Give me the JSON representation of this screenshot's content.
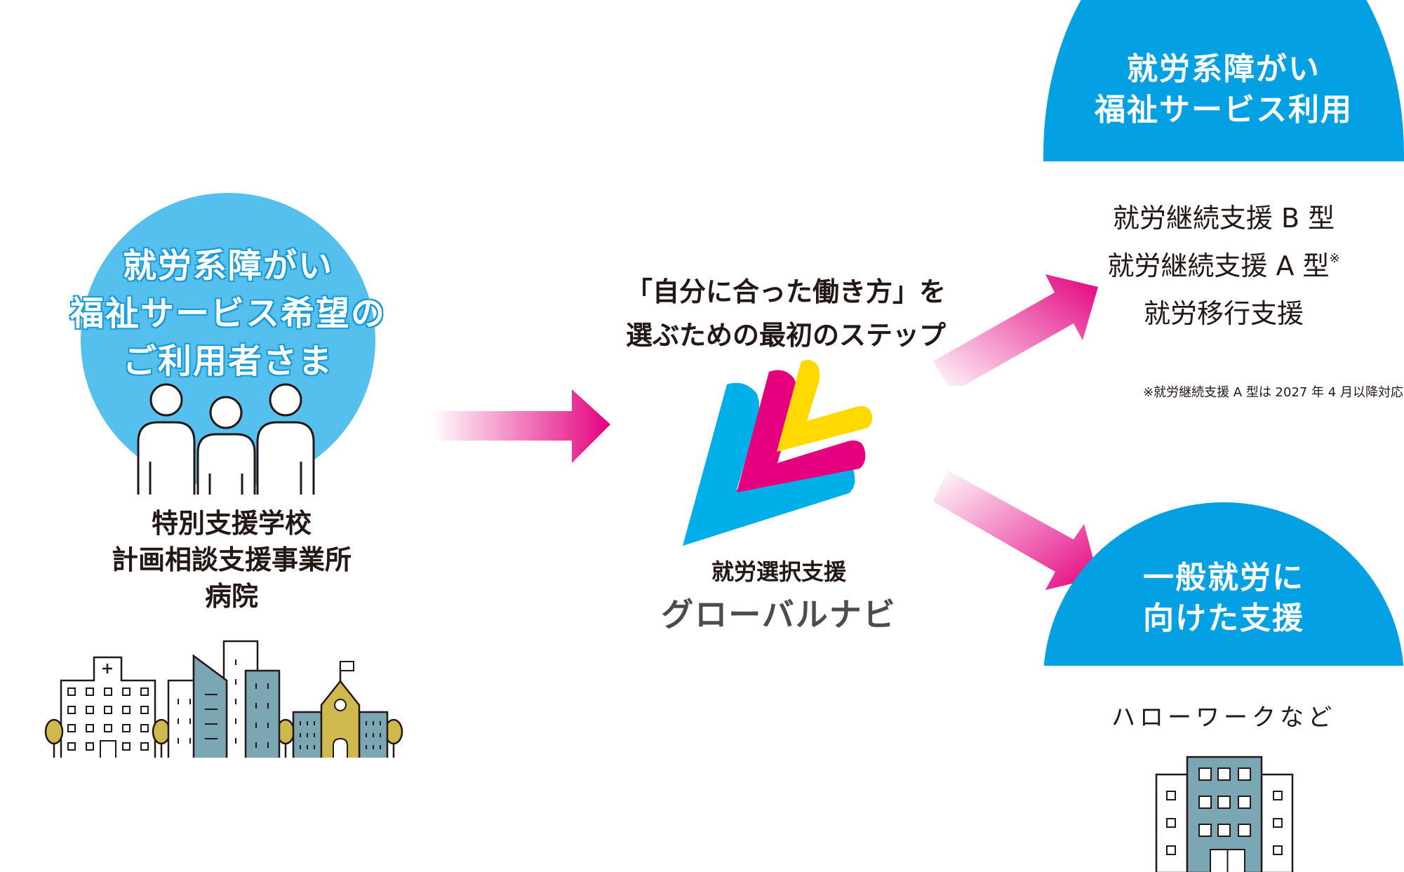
{
  "colors": {
    "light_blue_circle": "#55bfee",
    "dome_blue": "#03a0e4",
    "arrow_pink": "#e4007f",
    "logo_cyan": "#00afe8",
    "logo_magenta": "#e4007f",
    "logo_yellow": "#ffd900",
    "building_teal": "#7ba7b4",
    "building_gold": "#cfb84e",
    "text_dark": "#231815",
    "logo_text_gray": "#4e4b4a"
  },
  "left": {
    "circle_title_lines": [
      "就労系障がい",
      "福祉サービス希望の",
      "ご利用者さま"
    ],
    "people_icon": "people-group-icon",
    "source_lines": [
      "特別支援学校",
      "計画相談支援事業所",
      "病院"
    ],
    "city_icon": "city-buildings-icon"
  },
  "center": {
    "caption_lines": [
      "「自分に合った働き方」を",
      "選ぶための最初のステップ"
    ],
    "logo_icon": "global-navi-logo-icon",
    "logo_subtitle": "就労選択支援",
    "logo_name": "グローバルナビ"
  },
  "right_top": {
    "title_lines": [
      "就労系障がい",
      "福祉サービス利用"
    ],
    "services": [
      {
        "label": "就労継続支援 B 型",
        "mark": ""
      },
      {
        "label": "就労継続支援 A 型",
        "mark": "※"
      },
      {
        "label": "就労移行支援",
        "mark": ""
      }
    ],
    "footnote": "※就労継続支援 A 型は 2027 年 4 月以降対応"
  },
  "right_bottom": {
    "title_lines": [
      "一般就労に",
      "向けた支援"
    ],
    "examples": "ハローワークなど",
    "office_icon": "office-building-icon"
  },
  "arrows": [
    "arrow-right-icon",
    "arrow-up-right-icon",
    "arrow-down-right-icon"
  ]
}
